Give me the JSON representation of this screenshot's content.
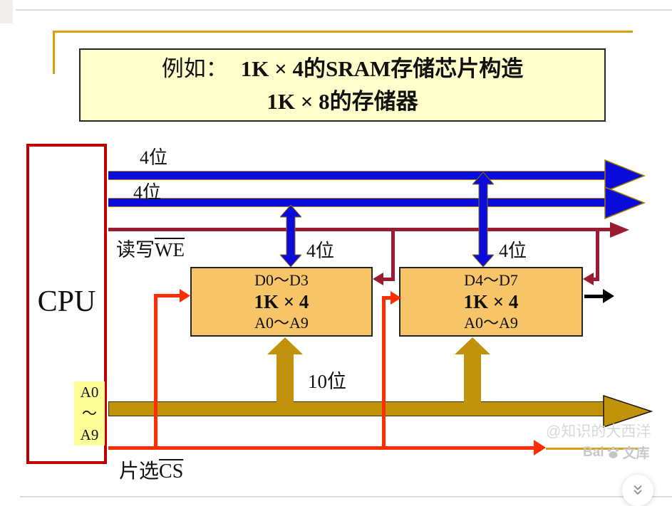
{
  "title": {
    "prefix": "例如：",
    "line1": "1K × 4的SRAM存储芯片构造",
    "line2": "1K × 8的存储器"
  },
  "cpu": {
    "label": "CPU",
    "addr_top": "A0",
    "addr_mid": "～",
    "addr_bottom": "A9"
  },
  "labels": {
    "bus1_width": "4位",
    "bus2_width": "4位",
    "we_prefix": "读写",
    "we_signal": "WE",
    "chip1_width": "4位",
    "chip2_width": "4位",
    "addr_width": "10位",
    "cs_prefix": "片选",
    "cs_signal": "CS"
  },
  "chips": [
    {
      "data_lines": "D0～D3",
      "capacity": "1K × 4",
      "addr_lines": "A0～A9"
    },
    {
      "data_lines": "D4～D7",
      "capacity": "1K × 4",
      "addr_lines": "A0～A9"
    }
  ],
  "watermarks": {
    "author": "@知识的大西洋",
    "brand_prefix": "Bai",
    "brand_suffix": "文库",
    "brand_icon": "baidu-paw-icon"
  },
  "controls": {
    "expand_icon": "chevron-double-down-icon"
  },
  "colors": {
    "data_bus_blue": "#0B0BDC",
    "control_maroon": "#9B1B30",
    "chip_select_red": "#FF2D00",
    "address_gold": "#C1920B",
    "frame_gold": "#D8A011",
    "chip_fill": "#F8C468",
    "title_fill": "#FFFFCC",
    "addr_tag_fill": "#FFFF99",
    "cpu_border": "#C00000"
  }
}
